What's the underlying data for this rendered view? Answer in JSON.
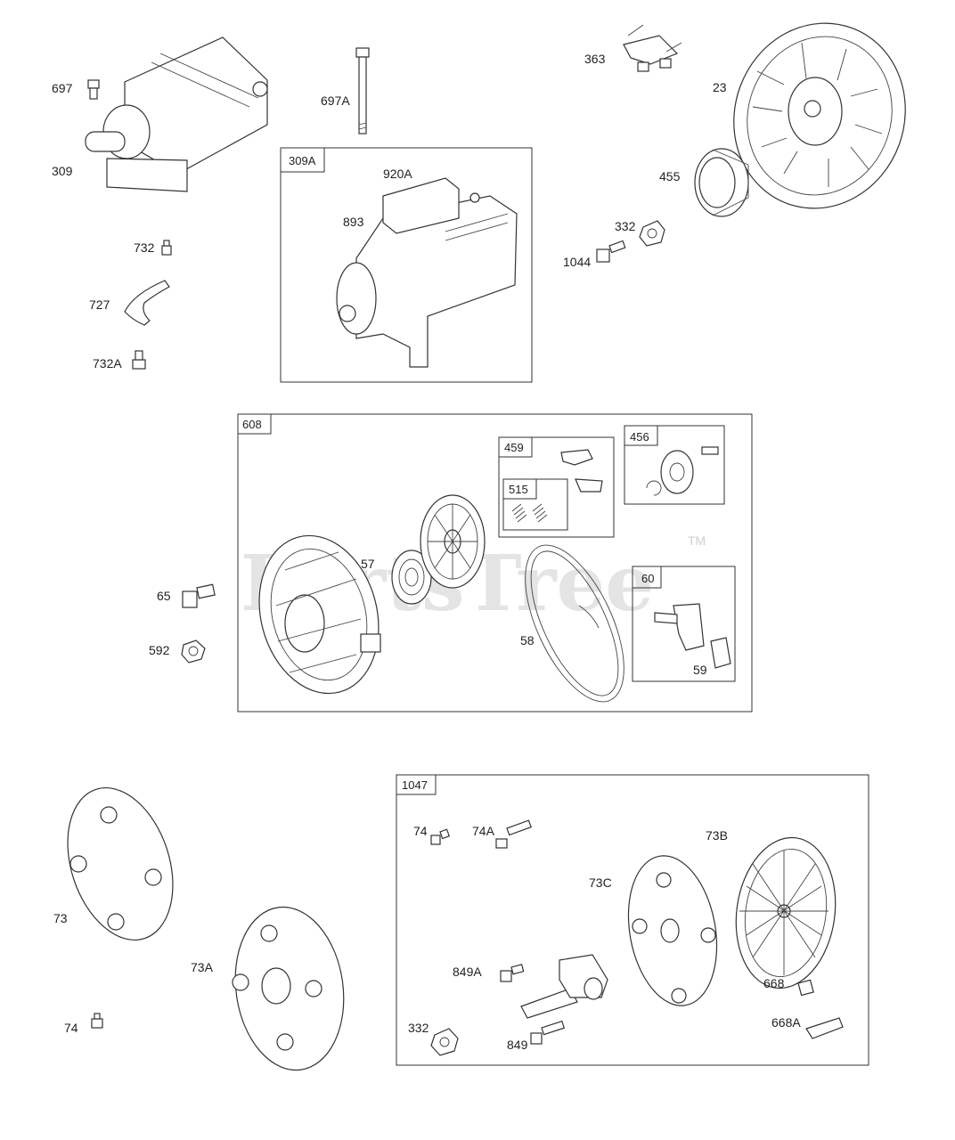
{
  "watermark": {
    "text": "PartsTree",
    "tm": "TM"
  },
  "boxes": {
    "b309A": "309A",
    "b608": "608",
    "b459": "459",
    "b515": "515",
    "b456": "456",
    "b60": "60",
    "b1047": "1047"
  },
  "labels": {
    "l697": "697",
    "l309": "309",
    "l697A": "697A",
    "l920A": "920A",
    "l893": "893",
    "l363": "363",
    "l23": "23",
    "l455": "455",
    "l332a": "332",
    "l1044": "1044",
    "l732": "732",
    "l727": "727",
    "l732A": "732A",
    "l57": "57",
    "l58": "58",
    "l59": "59",
    "l65": "65",
    "l592": "592",
    "l73": "73",
    "l73A": "73A",
    "l74a": "74",
    "l74b": "74",
    "l74A": "74A",
    "l73B": "73B",
    "l73C": "73C",
    "l849A": "849A",
    "l849": "849",
    "l332b": "332",
    "l668": "668",
    "l668A": "668A"
  }
}
